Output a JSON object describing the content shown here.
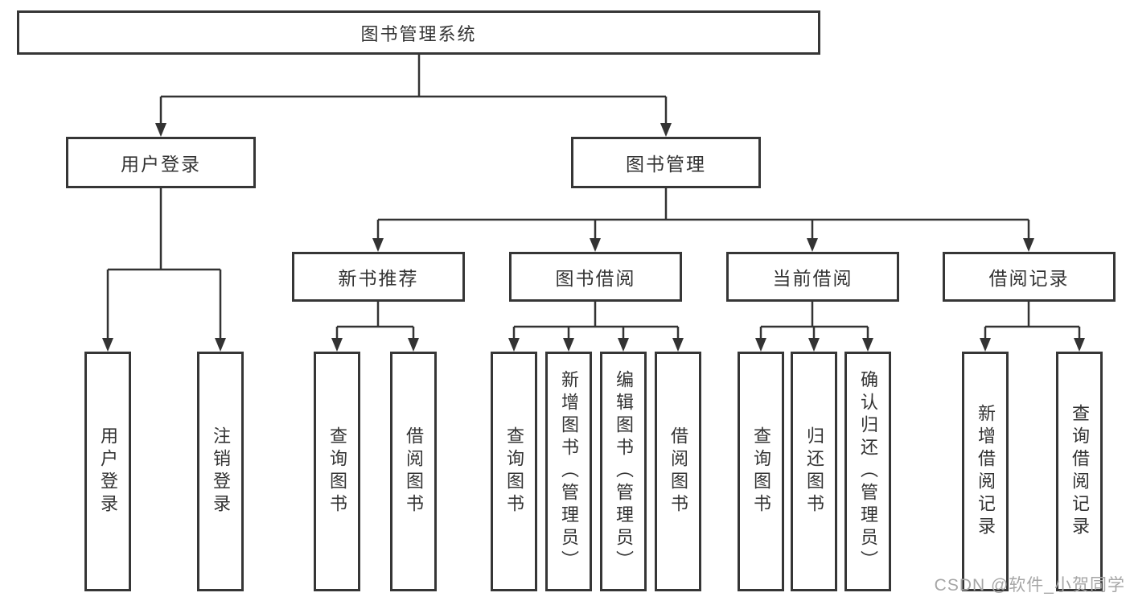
{
  "diagram": {
    "title": "图书管理系统",
    "level2": {
      "user_login": "用户登录",
      "book_management": "图书管理"
    },
    "level3": {
      "new_book_recommend": "新书推荐",
      "book_borrowing": "图书借阅",
      "current_borrowing": "当前借阅",
      "borrow_records": "借阅记录"
    },
    "leaves": {
      "user_login": "用户登录",
      "logout": "注销登录",
      "nb_query_books": "查询图书",
      "nb_borrow_books": "借阅图书",
      "bb_query_books": "查询图书",
      "bb_add_book_admin": "新增图书（管理员）",
      "bb_edit_book_admin": "编辑图书（管理员）",
      "bb_borrow_books": "借阅图书",
      "cb_query_books": "查询图书",
      "cb_return_books": "归还图书",
      "cb_confirm_return_admin": "确认归还（管理员）",
      "br_add_record": "新增借阅记录",
      "br_query_record": "查询借阅记录"
    }
  },
  "watermark": "CSDN @软件_小贺同学",
  "colors": {
    "line": "#333333",
    "text": "#333333",
    "watermark": "#a6a6a6",
    "background": "#ffffff"
  }
}
